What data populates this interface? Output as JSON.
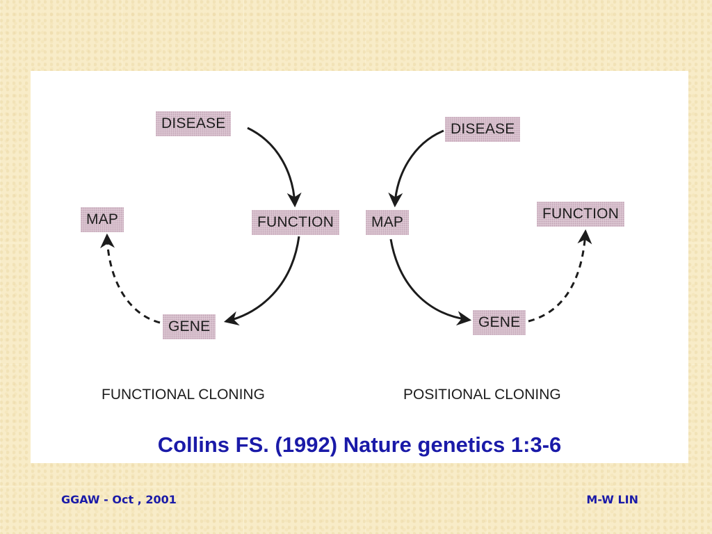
{
  "functional_cloning": {
    "caption": "FUNCTIONAL CLONING",
    "nodes": {
      "disease": "DISEASE",
      "function": "FUNCTION",
      "gene": "GENE",
      "map": "MAP"
    }
  },
  "positional_cloning": {
    "caption": "POSITIONAL CLONING",
    "nodes": {
      "disease": "DISEASE",
      "map": "MAP",
      "gene": "GENE",
      "function": "FUNCTION"
    }
  },
  "citation": "Collins FS. (1992) Nature genetics 1:3-6",
  "footer": {
    "left": "GGAW - Oct , 2001",
    "right": "M-W LIN"
  },
  "colors": {
    "background": "#f8ecc8",
    "node_fill": "#dcc6d2",
    "citation_text": "#1a1aa8"
  }
}
